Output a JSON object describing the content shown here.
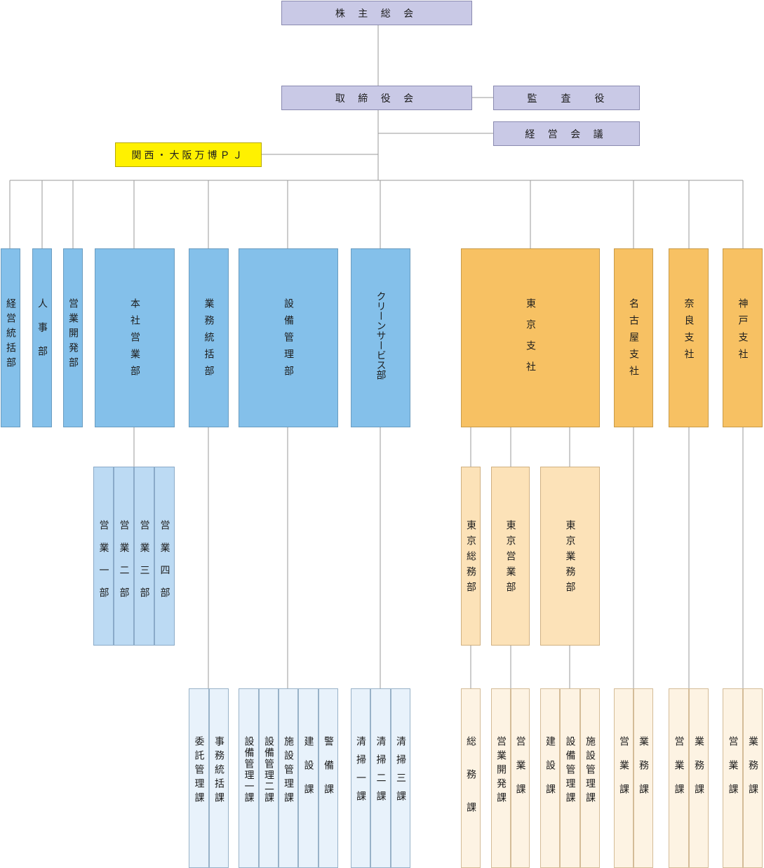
{
  "top": {
    "shareholders": "株 主 総 会",
    "board": "取 締 役 会",
    "auditor": "監　　査　　役",
    "management_meeting": "経 営 会 議",
    "expo_pj": "関西・大阪万博ＰＪ"
  },
  "departments": {
    "keiei_tokatsu": "経営統括部",
    "jinji": "人事部",
    "eigyo_kaihatsu": "営業開発部",
    "honsha_eigyo": "本社営業部",
    "gyomu_tokatsu": "業務統括部",
    "setsubi_kanri": "設備管理部",
    "clean_service": "クリーンサービス部",
    "tokyo": "東京支社",
    "nagoya": "名古屋支社",
    "nara": "奈良支社",
    "kobe": "神戸支社"
  },
  "honsha_sub": [
    "営業一部",
    "営業二部",
    "営業三部",
    "営業四部"
  ],
  "tokyo_sub": {
    "somu": "東京総務部",
    "eigyo": "東京営業部",
    "gyomu": "東京業務部"
  },
  "sections": {
    "gyomu": [
      "委託管理課",
      "事務統括課"
    ],
    "setsubi": [
      "設備管理一課",
      "設備管理二課",
      "施設管理課",
      "建設課",
      "警備課"
    ],
    "clean": [
      "清掃一課",
      "清掃二課",
      "清掃三課"
    ],
    "tokyo_somu": [
      "総務課"
    ],
    "tokyo_eigyo": [
      "営業開発課",
      "営業課"
    ],
    "tokyo_gyomu": [
      "建設課",
      "設備管理課",
      "施設管理課"
    ],
    "nagoya": [
      "営業課",
      "業務課"
    ],
    "nara": [
      "営業課",
      "業務課"
    ],
    "kobe": [
      "営業課",
      "業務課"
    ]
  }
}
